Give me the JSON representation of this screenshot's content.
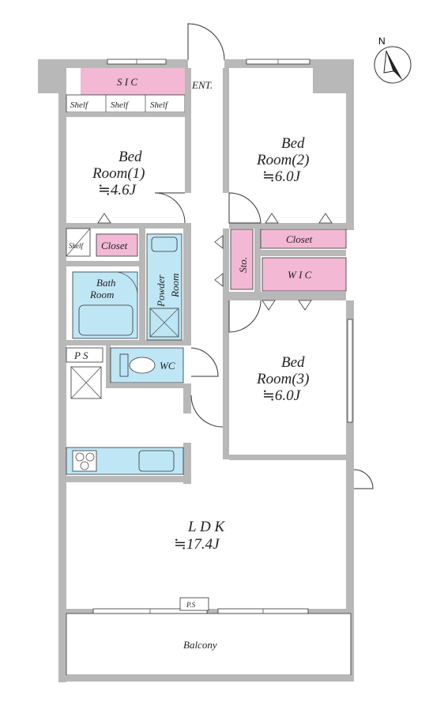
{
  "compass": {
    "label": "N"
  },
  "rooms": {
    "sic": "S I C",
    "entrance": "ENT.",
    "shelf_1": "Shelf",
    "shelf_2": "Shelf",
    "shelf_3": "Shelf",
    "bedroom1_line1": "Bed",
    "bedroom1_line2": "Room(1)",
    "bedroom1_size": "≒4.6J",
    "bedroom2_line1": "Bed",
    "bedroom2_line2": "Room(2)",
    "bedroom2_size": "≒6.0J",
    "shelf_small": "Shelf",
    "closet_1": "Closet",
    "closet_2": "Closet",
    "storage": "Sto.",
    "wic": "W I C",
    "bath_line1": "Bath",
    "bath_line2": "Room",
    "powder_line1": "Powder",
    "powder_line2": "Room",
    "ps_1": "P S",
    "wc": "WC",
    "bedroom3_line1": "Bed",
    "bedroom3_line2": "Room(3)",
    "bedroom3_size": "≒6.0J",
    "ldk": "L D K",
    "ldk_size": "≒17.4J",
    "ps_2": "P.S",
    "balcony": "Balcony"
  },
  "colors": {
    "pink_fixture": "#f2b8d4",
    "blue_fixture": "#bfe6f5",
    "wall_gray": "#b8b8b8"
  }
}
